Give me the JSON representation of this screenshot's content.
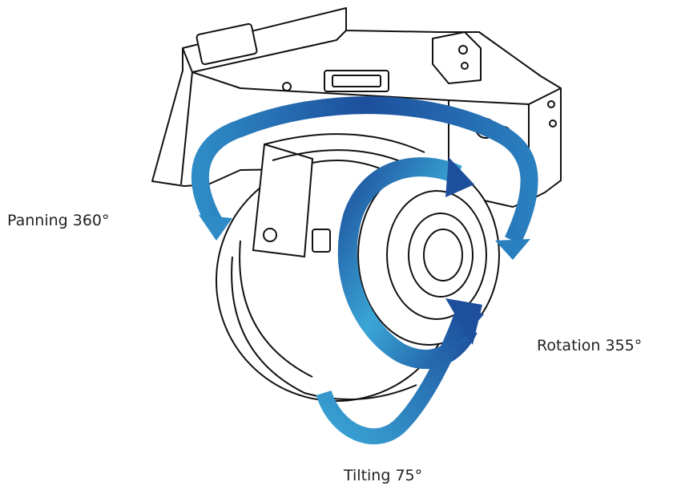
{
  "labels": {
    "panning": "Panning 360°",
    "rotation": "Rotation 355°",
    "tilting": "Tilting 75°"
  },
  "colors": {
    "arrow_dark": "#1d4f9c",
    "arrow_light": "#3aa6d6",
    "line": "#111111",
    "background": "#ffffff"
  },
  "icons": {
    "panning_arrow": "curved-arrow-icon",
    "rotation_arrow": "circular-arrow-icon",
    "tilting_arrow": "curved-arrow-icon"
  }
}
